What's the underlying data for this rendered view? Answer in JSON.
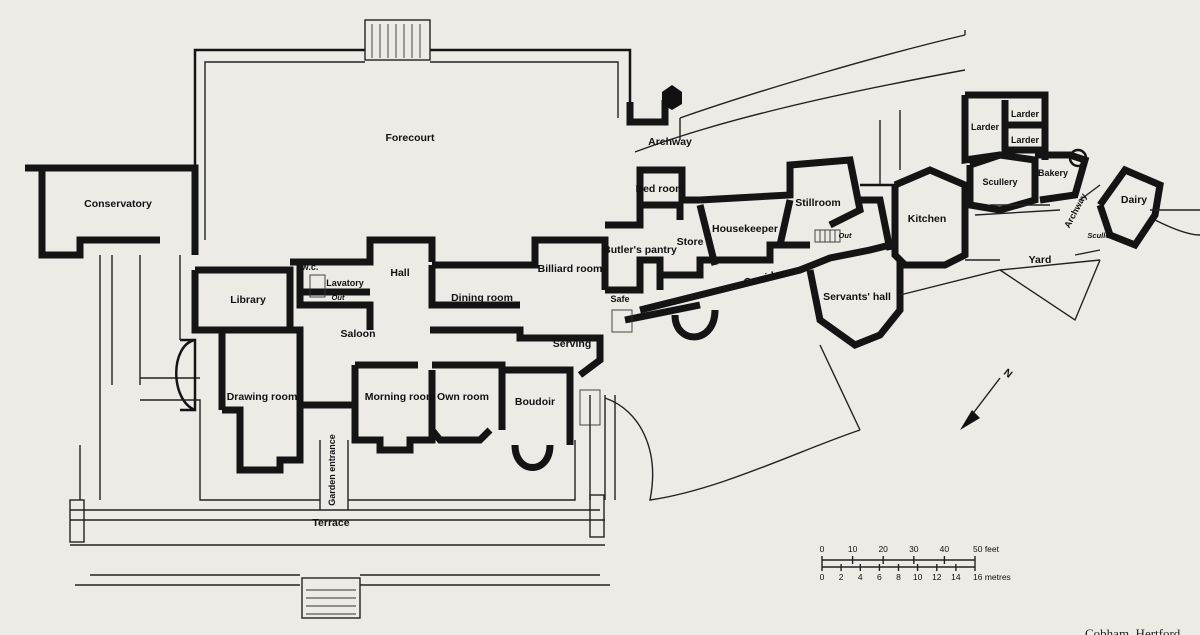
{
  "rooms": {
    "forecourt": "Forecourt",
    "archway_1": "Archway",
    "archway_2": "Archway",
    "conservatory": "Conservatory",
    "library": "Library",
    "wc": "w.c.",
    "lavatory": "Lavatory",
    "lavatory_out": "Out",
    "hall": "Hall",
    "dining_room": "Dining room",
    "billiard_room": "Billiard room",
    "butlers_pantry": "Butler's pantry",
    "bed_room": "Bed room",
    "store": "Store",
    "housekeeper": "Housekeeper",
    "stillroom": "Stillroom",
    "stillroom_out": "Out",
    "kitchen": "Kitchen",
    "larder_1": "Larder",
    "larder_2": "Larder",
    "larder_3": "Larder",
    "scullery_1": "Scullery",
    "scullery_2": "Scullery",
    "bakery": "Bakery",
    "dairy": "Dairy",
    "yard": "Yard",
    "safe": "Safe",
    "corridor": "Corridor",
    "servants_hall": "Servants' hall",
    "saloon": "Saloon",
    "serving": "Serving",
    "drawing_room": "Drawing room",
    "morning_room": "Morning room",
    "own_room": "Own room",
    "boudoir": "Boudoir",
    "garden_entrance": "Garden entrance",
    "terrace": "Terrace"
  },
  "north_arrow": "N",
  "scale": {
    "feet_ticks": [
      "0",
      "10",
      "20",
      "30",
      "40",
      "50 feet"
    ],
    "metre_ticks": [
      "0",
      "2",
      "4",
      "6",
      "8",
      "10",
      "12",
      "14",
      "16 metres"
    ]
  },
  "footer_text": "Cobham, Hertford"
}
